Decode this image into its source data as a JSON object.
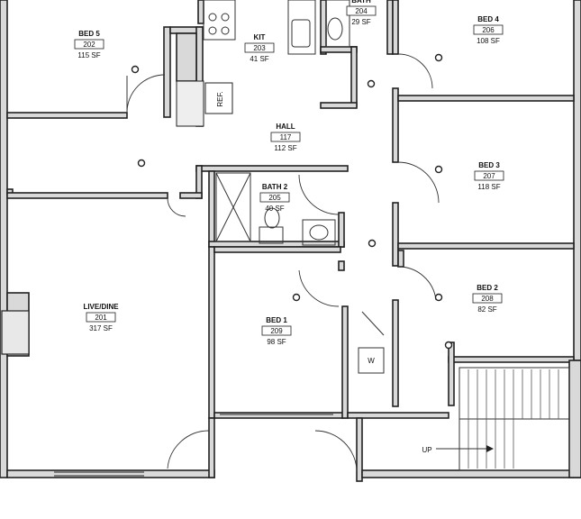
{
  "rooms": [
    {
      "key": "bed5",
      "name": "BED 5",
      "number": "202",
      "area": "115 SF"
    },
    {
      "key": "kit",
      "name": "KIT",
      "number": "203",
      "area": "41 SF"
    },
    {
      "key": "bath",
      "name": "BATH",
      "number": "204",
      "area": "29 SF"
    },
    {
      "key": "bed4",
      "name": "BED 4",
      "number": "206",
      "area": "108 SF"
    },
    {
      "key": "hall",
      "name": "HALL",
      "number": "117",
      "area": "112 SF"
    },
    {
      "key": "bed3",
      "name": "BED 3",
      "number": "207",
      "area": "118 SF"
    },
    {
      "key": "bath2",
      "name": "BATH 2",
      "number": "205",
      "area": "40 SF"
    },
    {
      "key": "livedine",
      "name": "LIVE/DINE",
      "number": "201",
      "area": "317 SF"
    },
    {
      "key": "bed1",
      "name": "BED 1",
      "number": "209",
      "area": "98 SF"
    },
    {
      "key": "bed2",
      "name": "BED 2",
      "number": "208",
      "area": "82 SF"
    }
  ],
  "fixtures": {
    "fridge_label": "REF.",
    "washer_label": "W",
    "stair_label": "UP"
  }
}
